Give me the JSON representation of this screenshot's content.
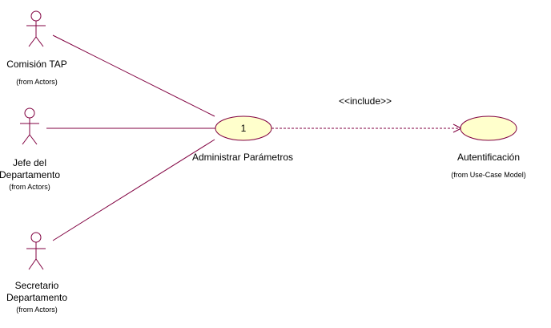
{
  "colors": {
    "line": "#800040",
    "usecase_fill": "#ffffcc",
    "background": "#ffffff"
  },
  "actors": [
    {
      "name_lines": [
        "Comisión TAP"
      ],
      "origin": "(from Actors)"
    },
    {
      "name_lines": [
        "Jefe del",
        "Departamento"
      ],
      "origin": "(from Actors)"
    },
    {
      "name_lines": [
        "Secretario",
        "Departamento"
      ],
      "origin": "(from Actors)"
    }
  ],
  "use_cases": [
    {
      "number": "1",
      "name": "Administrar Parámetros"
    },
    {
      "name": "Autentificación",
      "origin": "(from Use-Case Model)"
    }
  ],
  "relationships": {
    "include_label": "<<include>>"
  }
}
